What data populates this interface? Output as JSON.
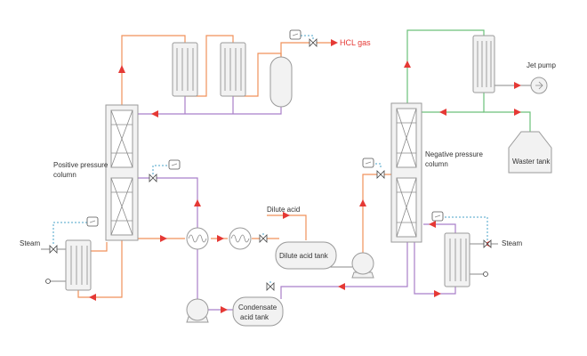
{
  "labels": {
    "hcl_gas": "HCL gas",
    "jet_pump": "Jet pump",
    "positive_column": [
      "Positive pressure",
      "column"
    ],
    "negative_column": [
      "Negative pressure",
      "column"
    ],
    "waster_tank": "Waster tank",
    "dilute_acid": "Dilute acid",
    "dilute_acid_tank": "Dilute acid tank",
    "condensate_tank": [
      "Condensate",
      "acid tank"
    ],
    "steam_left": "Steam",
    "steam_right": "Steam"
  },
  "colors": {
    "orange_pipe": "#f0915a",
    "purple_pipe": "#a97fc9",
    "green_pipe": "#6cc07a",
    "control_line": "#4aa3c9",
    "flow_arrow": "#e53935"
  }
}
